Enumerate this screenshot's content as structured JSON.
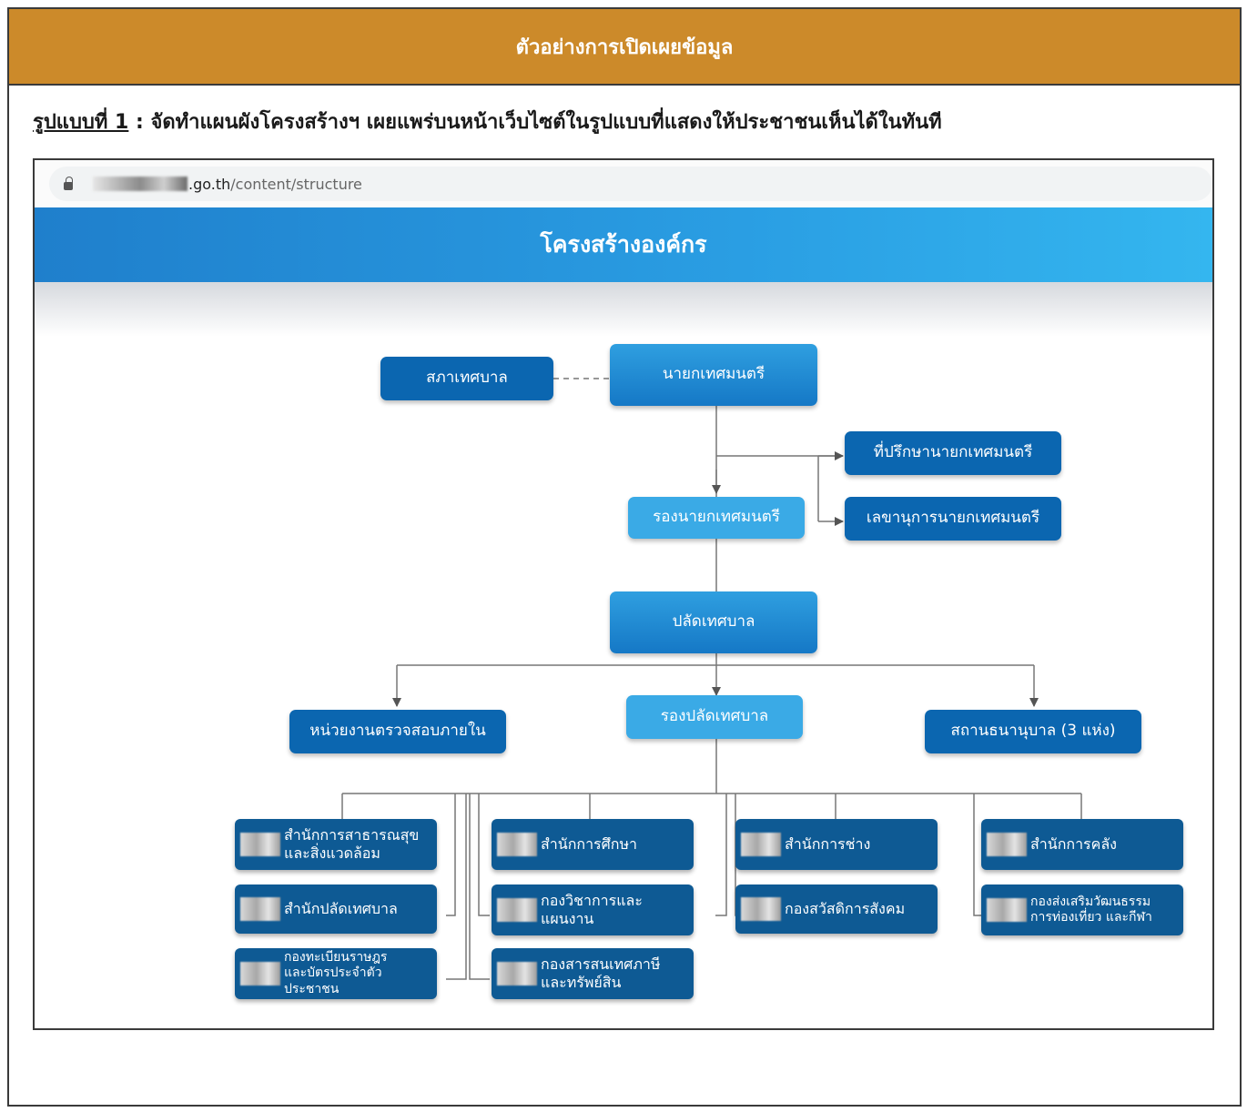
{
  "banner": {
    "title": "ตัวอย่างการเปิดเผยข้อมูล"
  },
  "subtitle": {
    "prefix": "รูปแบบที่ 1",
    "rest": " : จัดทำแผนผังโครงสร้างฯ เผยแพร่บนหน้าเว็บไซต์ในรูปแบบที่แสดงให้ประชาชนเห็นได้ในทันที"
  },
  "browser": {
    "url_domain": ".go.th",
    "url_path": "/content/structure"
  },
  "page": {
    "title": "โครงสร้างองค์กร"
  },
  "org": {
    "council": "สภาเทศบาล",
    "mayor": "นายกเทศมนตรี",
    "advisor": "ที่ปรึกษานายกเทศมนตรี",
    "secretary": "เลขานุการนายกเทศมนตรี",
    "deputy_mayor": "รองนายกเทศมนตรี",
    "clerk": "ปลัดเทศบาล",
    "deputy_clerk": "รองปลัดเทศบาล",
    "audit": "หน่วยงานตรวจสอบภายใน",
    "kindergarten": "สถานธนานุบาล (3 แห่ง)",
    "units": {
      "public_health": [
        "สำนักการสาธารณสุข",
        "และสิ่งแวดล้อม"
      ],
      "clerk_office": "สำนักปลัดเทศบาล",
      "registration": [
        "กองทะเบียนราษฎร",
        "และบัตรประจำตัวประชาชน"
      ],
      "education": "สำนักการศึกษา",
      "academic": [
        "กองวิชาการและ",
        "แผนงาน"
      ],
      "it": [
        "กองสารสนเทศภาษี",
        "และทรัพย์สิน"
      ],
      "engineering": "สำนักการช่าง",
      "welfare": "กองสวัสดิการสังคม",
      "finance": "สำนักการคลัง",
      "culture": [
        "กองส่งเสริมวัฒนธรรม",
        "การท่องเที่ยว และกีฬา"
      ]
    }
  }
}
